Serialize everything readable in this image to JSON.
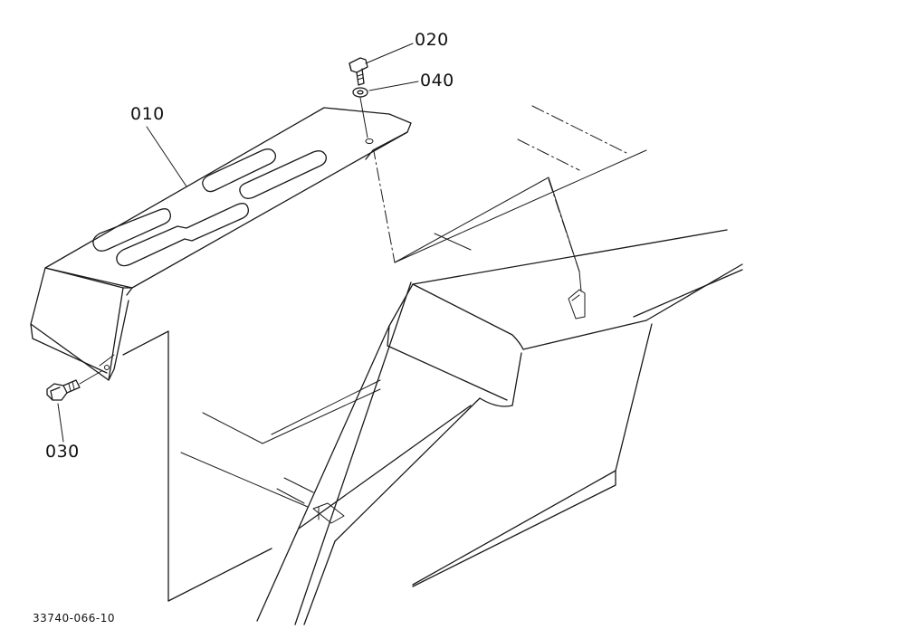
{
  "callouts": {
    "part_010": "010",
    "part_020": "020",
    "part_030": "030",
    "part_040": "040"
  },
  "figure_code": "33740-066-10"
}
